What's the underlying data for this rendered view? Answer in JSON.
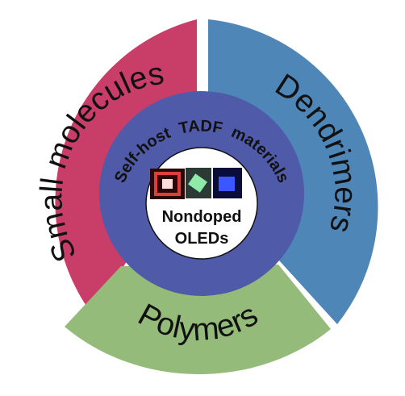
{
  "segments": {
    "small_molecules": {
      "label": "Small molecules",
      "color": "#c83e68"
    },
    "dendrimers": {
      "label": "Dendrimers",
      "color": "#4e86b8"
    },
    "polymers": {
      "label": "Polymers",
      "color": "#94bb7a"
    }
  },
  "ring": {
    "label": "Self-host  TADF  materials",
    "color": "#4f5aa8"
  },
  "core": {
    "line1": "Nondoped",
    "line2": "OLEDs",
    "color": "#ffffff"
  },
  "device_photos": [
    {
      "name": "red-oled-photo",
      "color": "#e23d3d"
    },
    {
      "name": "green-oled-photo",
      "color": "#8fe9a8"
    },
    {
      "name": "blue-oled-photo",
      "color": "#3b57ff"
    }
  ]
}
